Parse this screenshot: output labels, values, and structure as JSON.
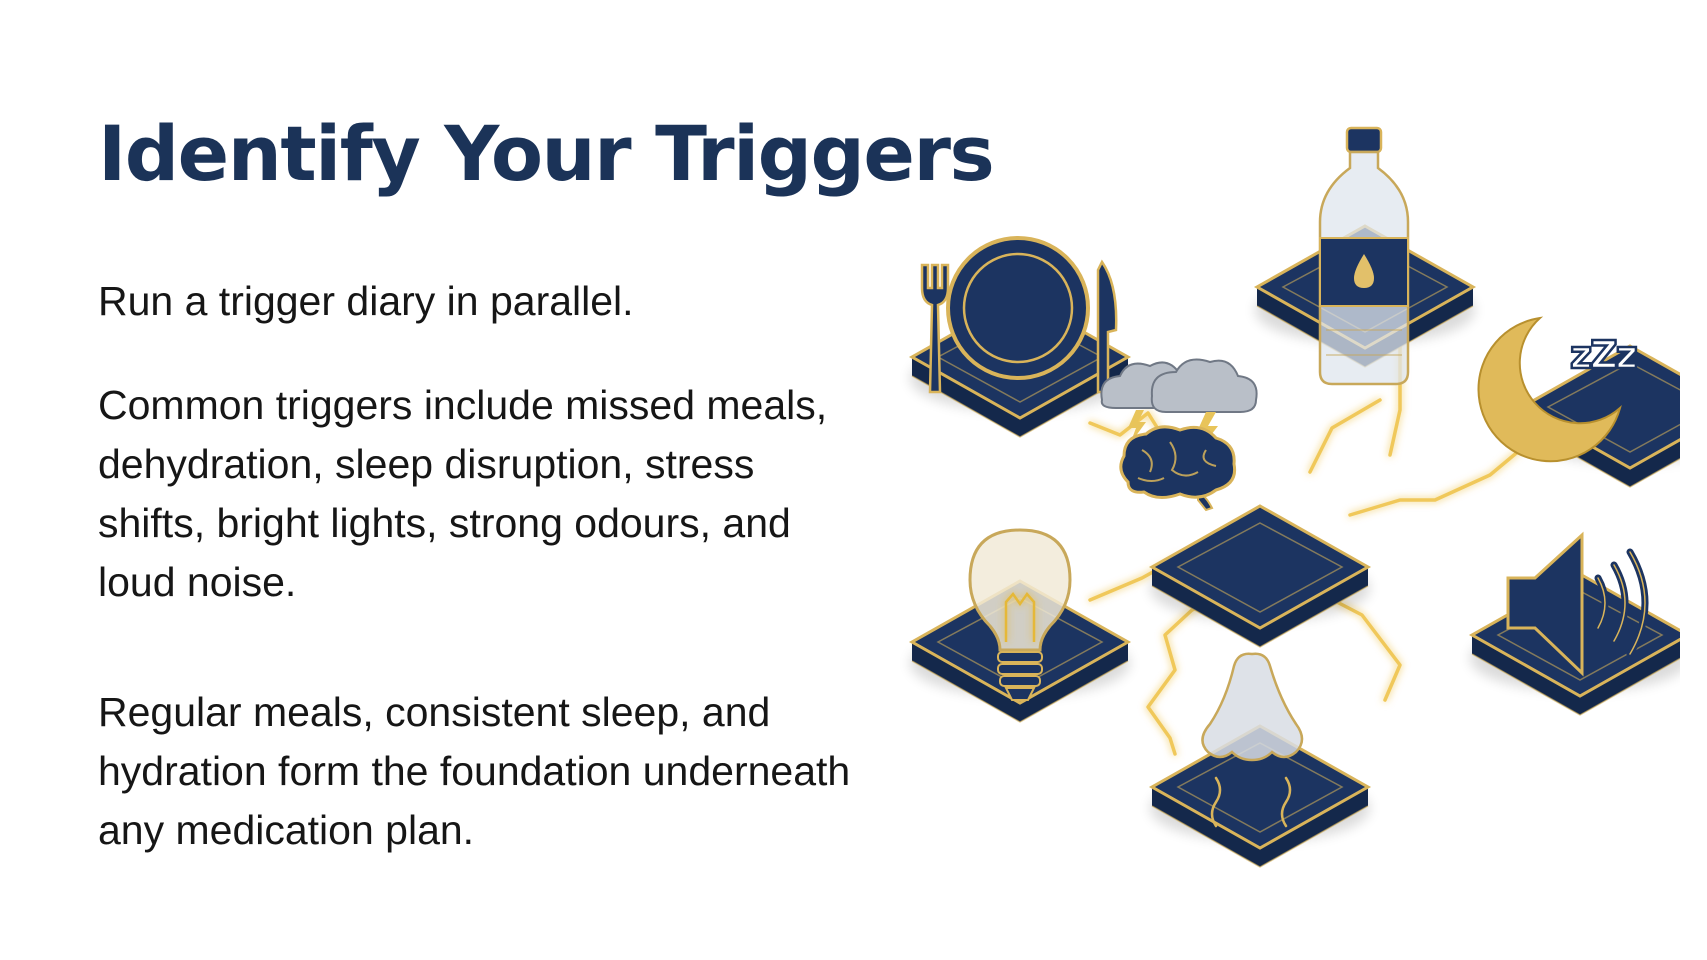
{
  "slide": {
    "title": "Identify Your Triggers",
    "paragraphs": [
      "Run a trigger diary in parallel.",
      "Common triggers include missed meals, dehydration, sleep disruption, stress shifts, bright lights, strong odours, and loud noise.",
      "Regular meals, consistent sleep, and hydration form the foundation underneath any medication plan."
    ]
  },
  "illustration": {
    "icons": [
      "plate-cutlery-icon",
      "water-bottle-icon",
      "moon-sleep-icon",
      "brain-storm-icon",
      "light-bulb-icon",
      "speaker-icon",
      "nose-icon"
    ],
    "sleep_glyph": "zZz",
    "colors": {
      "navy": "#1c3461",
      "gold": "#d9b45a",
      "glow": "#f4d37a",
      "title": "#1b3358",
      "text": "#161616"
    }
  }
}
